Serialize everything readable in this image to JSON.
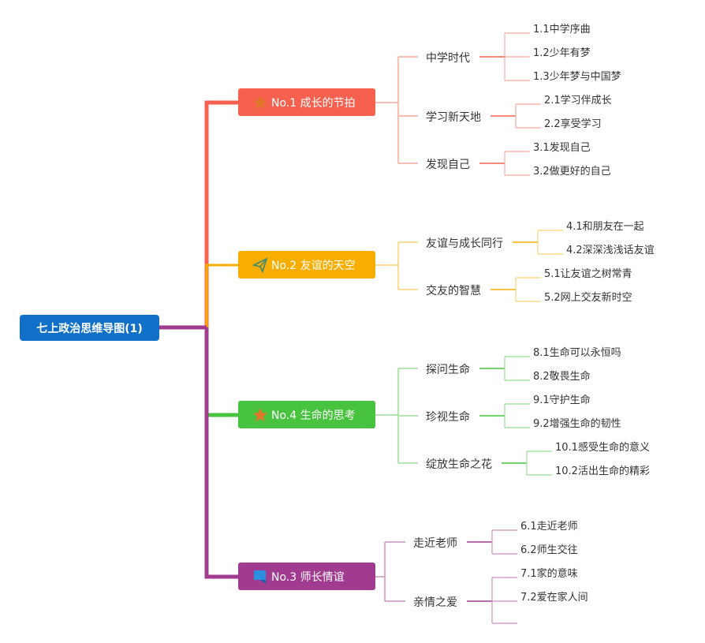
{
  "root": {
    "label": "七上政治思维导图(1)",
    "color": "#1070c8"
  },
  "branches": [
    {
      "label": "No.1 成长的节拍",
      "icon": "star-icon",
      "color": "#f5614e",
      "line": "#f5614e",
      "subs": [
        {
          "label": "中学时代",
          "leaves": [
            "1.1中学序曲",
            "1.2少年有梦",
            "1.3少年梦与中国梦"
          ]
        },
        {
          "label": "学习新天地",
          "leaves": [
            "2.1学习伴成长",
            "2.2享受学习"
          ]
        },
        {
          "label": "发现自己",
          "leaves": [
            "3.1发现自己",
            "3.2做更好的自己"
          ]
        }
      ]
    },
    {
      "label": "No.2 友谊的天空",
      "icon": "paper-plane-icon",
      "color": "#f7ae00",
      "line": "#f7ae00",
      "subs": [
        {
          "label": "友谊与成长同行",
          "leaves": [
            "4.1和朋友在一起",
            "4.2深深浅浅话友谊"
          ]
        },
        {
          "label": "交友的智慧",
          "leaves": [
            "5.1让友谊之树常青",
            "5.2网上交友新时空"
          ]
        }
      ]
    },
    {
      "label": "No.4 生命的思考",
      "icon": "star-icon",
      "color": "#48c33f",
      "line": "#48c33f",
      "subs": [
        {
          "label": "探问生命",
          "leaves": [
            "8.1生命可以永恒吗",
            "8.2敬畏生命"
          ]
        },
        {
          "label": "珍视生命",
          "leaves": [
            "9.1守护生命",
            "9.2增强生命的韧性"
          ]
        },
        {
          "label": "绽放生命之花",
          "leaves": [
            "10.1感受生命的意义",
            "10.2活出生命的精彩"
          ]
        }
      ]
    },
    {
      "label": "No.3 师长情谊",
      "icon": "flag-icon",
      "color": "#a13b8f",
      "line": "#a13b8f",
      "subs": [
        {
          "label": "走近老师",
          "leaves": [
            "6.1走近老师",
            "6.2师生交往"
          ]
        },
        {
          "label": "亲情之爱",
          "leaves": [
            "7.1家的意味",
            "7.2爱在家人间",
            ""
          ]
        }
      ]
    }
  ]
}
